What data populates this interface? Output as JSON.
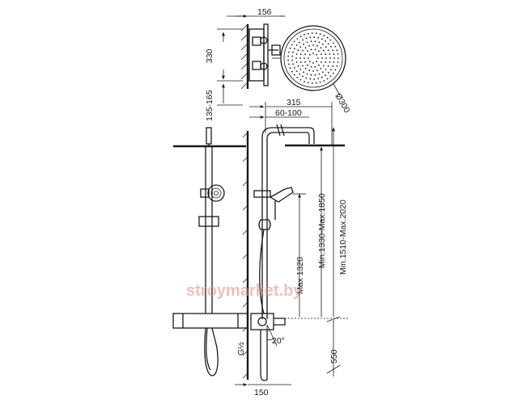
{
  "dimensions": {
    "top_width": "156",
    "mixer_height": "330",
    "outlet_height": "135-165",
    "head_diameter": "Ø300",
    "arm_length": "315",
    "arm_offset": "60-100",
    "max_1320": "Max 1320",
    "height_1850": "Min.1330-Max.1850",
    "height_2020": "Min.1510-Max.2020",
    "connection": "G½",
    "angle": "20°",
    "floor_550": "550",
    "bottom_width": "150"
  },
  "watermark": "stroymarket.by"
}
